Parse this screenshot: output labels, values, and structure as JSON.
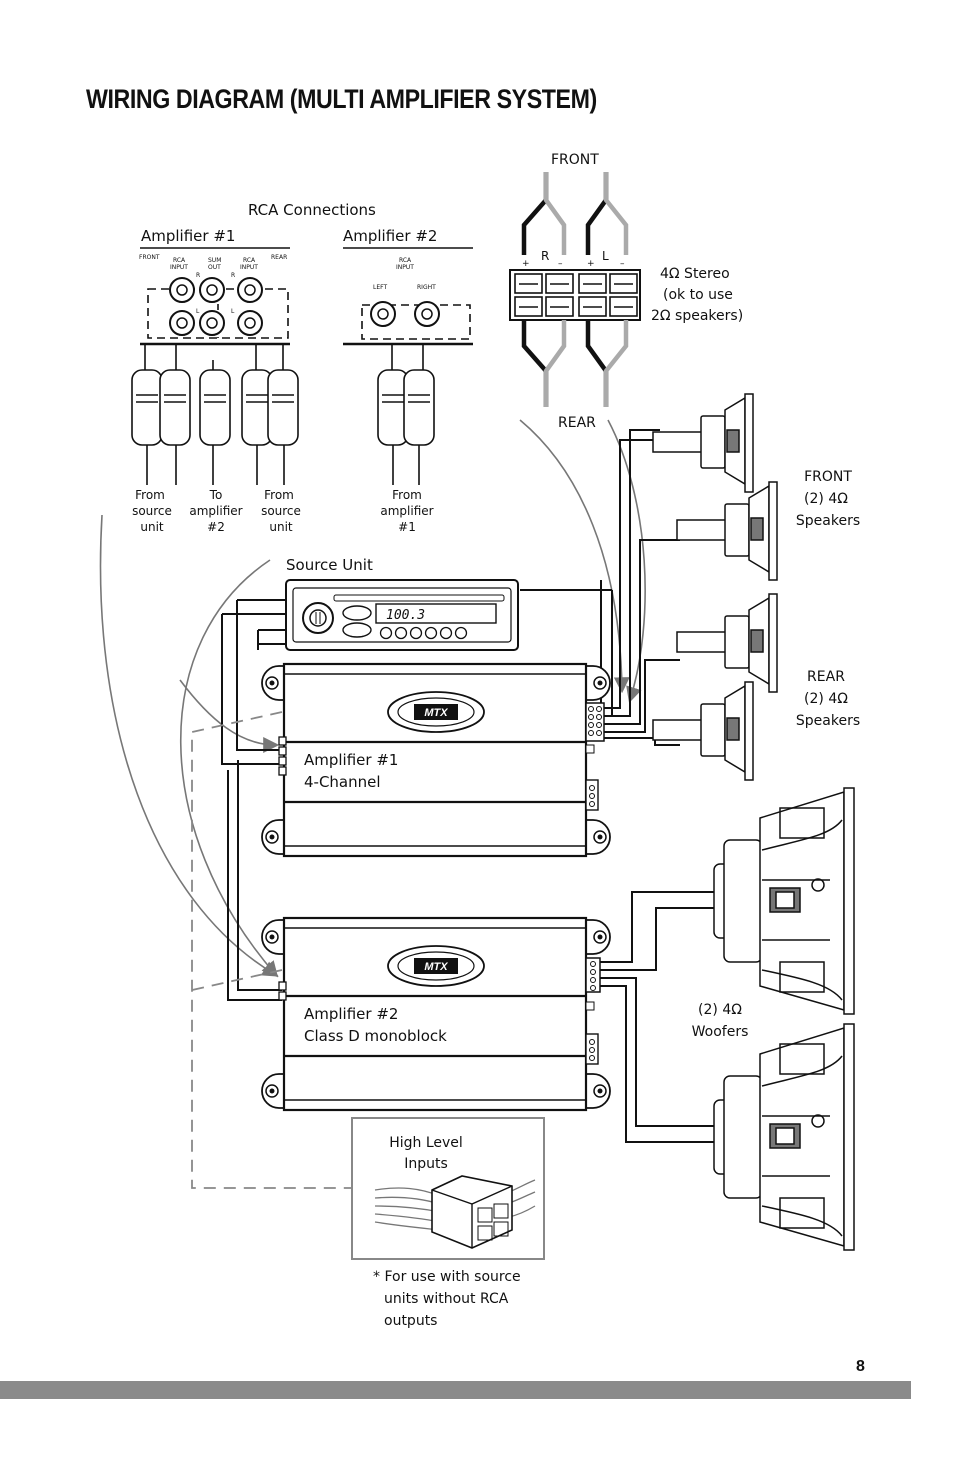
{
  "title": "WIRING DIAGRAM (MULTI AMPLIFIER SYSTEM)",
  "page_number": "8",
  "rca": {
    "heading": "RCA Connections",
    "amp1_label": "Amplifier #1",
    "amp2_label": "Amplifier #2",
    "amp1_jacks": {
      "front": "FRONT",
      "rca_in_1": "RCA",
      "rca_in_1b": "INPUT",
      "sum": "SUM",
      "sum_b": "OUT",
      "rca_in_2": "RCA",
      "rca_in_2b": "INPUT",
      "rear": "REAR",
      "r": "R",
      "l": "L"
    },
    "amp2_jacks": {
      "rca": "RCA",
      "input": "INPUT",
      "left": "LEFT",
      "right": "RIGHT"
    },
    "from_source_1": [
      "From",
      "source",
      "unit"
    ],
    "to_amp2": [
      "To",
      "amplifier",
      "#2"
    ],
    "from_source_2": [
      "From",
      "source",
      "unit"
    ],
    "from_amp1": [
      "From",
      "amplifier",
      "#1"
    ]
  },
  "terminal": {
    "front": "FRONT",
    "rear": "REAR",
    "plus_r": "+",
    "r": "R",
    "minus_r": "–",
    "plus_l": "+",
    "l": "L",
    "minus_l": "–",
    "stereo": [
      "4Ω Stereo",
      "(ok to use",
      "2Ω speakers)"
    ]
  },
  "speakers": {
    "front_title": "FRONT",
    "front_count": "(2) 4Ω",
    "front_kind": "Speakers",
    "rear_title": "REAR",
    "rear_count": "(2) 4Ω",
    "rear_kind": "Speakers"
  },
  "source_unit": {
    "label": "Source Unit",
    "display": "100.3"
  },
  "amp1": {
    "name": "Amplifier #1",
    "type": "4-Channel"
  },
  "amp2": {
    "name": "Amplifier #2",
    "type": "Class D monoblock"
  },
  "woofers": {
    "count": "(2) 4Ω",
    "kind": "Woofers"
  },
  "high_level": {
    "title": [
      "High Level",
      "Inputs"
    ],
    "note": [
      "* For use with source",
      "units without RCA",
      "outputs"
    ]
  }
}
